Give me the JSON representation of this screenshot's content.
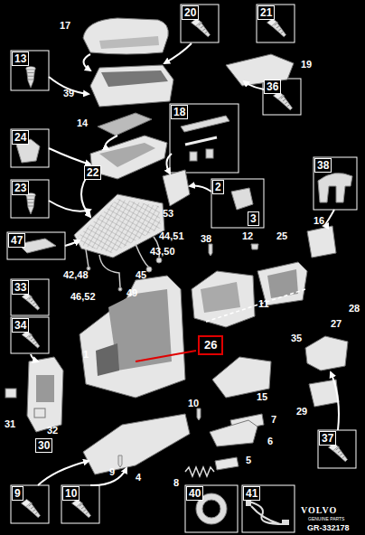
{
  "diagram": {
    "nodes": [
      {
        "text": [
          "20"
        ]
      },
      {
        "text": [
          "21"
        ]
      },
      {
        "text": [
          "13"
        ]
      },
      {
        "text": [
          "36"
        ]
      },
      {
        "text": [
          "18"
        ]
      },
      {
        "text": [
          "24"
        ]
      },
      {
        "text": [
          "38"
        ]
      },
      {
        "text": [
          "22"
        ]
      },
      {
        "text": [
          "2"
        ]
      },
      {
        "text": [
          "23"
        ]
      },
      {
        "text": [
          "3"
        ]
      },
      {
        "text": [
          "47"
        ]
      },
      {
        "text": [
          "33"
        ]
      },
      {
        "text": [
          "34"
        ]
      },
      {
        "text": [
          "26"
        ]
      },
      {
        "text": [
          "30"
        ]
      },
      {
        "text": [
          "37"
        ]
      },
      {
        "text": [
          "9"
        ]
      },
      {
        "text": [
          "10"
        ]
      },
      {
        "text": [
          "40"
        ]
      },
      {
        "text": [
          "41"
        ]
      }
    ],
    "labels": [
      "17",
      "19",
      "39",
      "14",
      "53",
      "44,51",
      "43,50",
      "45",
      "49",
      "42,48",
      "46,52",
      "38",
      "12",
      "25",
      "16",
      "11",
      "28",
      "27",
      "35",
      "1",
      "15",
      "29",
      "31",
      "32",
      "10",
      "7",
      "6",
      "5",
      "8",
      "9",
      "4",
      "VOLVO",
      "GENUINE PARTS",
      "GR-332178"
    ]
  }
}
